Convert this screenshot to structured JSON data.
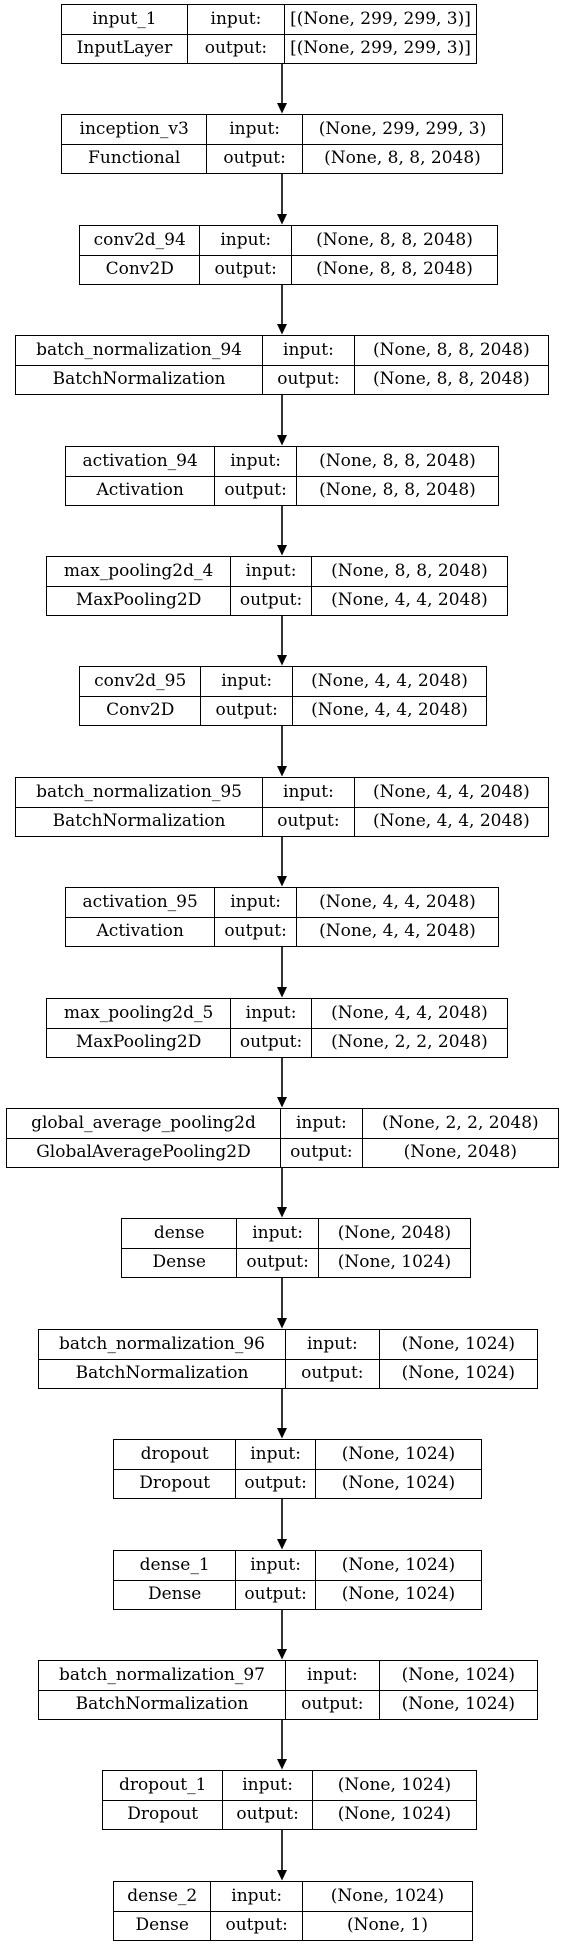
{
  "nodes": [
    {
      "name": "input_1",
      "type": "InputLayer",
      "input": "[(None, 299, 299, 3)]",
      "output": "[(None, 299, 299, 3)]"
    },
    {
      "name": "inception_v3",
      "type": "Functional",
      "input": "(None, 299, 299, 3)",
      "output": "(None, 8, 8, 2048)"
    },
    {
      "name": "conv2d_94",
      "type": "Conv2D",
      "input": "(None, 8, 8, 2048)",
      "output": "(None, 8, 8, 2048)"
    },
    {
      "name": "batch_normalization_94",
      "type": "BatchNormalization",
      "input": "(None, 8, 8, 2048)",
      "output": "(None, 8, 8, 2048)"
    },
    {
      "name": "activation_94",
      "type": "Activation",
      "input": "(None, 8, 8, 2048)",
      "output": "(None, 8, 8, 2048)"
    },
    {
      "name": "max_pooling2d_4",
      "type": "MaxPooling2D",
      "input": "(None, 8, 8, 2048)",
      "output": "(None, 4, 4, 2048)"
    },
    {
      "name": "conv2d_95",
      "type": "Conv2D",
      "input": "(None, 4, 4, 2048)",
      "output": "(None, 4, 4, 2048)"
    },
    {
      "name": "batch_normalization_95",
      "type": "BatchNormalization",
      "input": "(None, 4, 4, 2048)",
      "output": "(None, 4, 4, 2048)"
    },
    {
      "name": "activation_95",
      "type": "Activation",
      "input": "(None, 4, 4, 2048)",
      "output": "(None, 4, 4, 2048)"
    },
    {
      "name": "max_pooling2d_5",
      "type": "MaxPooling2D",
      "input": "(None, 4, 4, 2048)",
      "output": "(None, 2, 2, 2048)"
    },
    {
      "name": "global_average_pooling2d",
      "type": "GlobalAveragePooling2D",
      "input": "(None, 2, 2, 2048)",
      "output": "(None, 2048)"
    },
    {
      "name": "dense",
      "type": "Dense",
      "input": "(None, 2048)",
      "output": "(None, 1024)"
    },
    {
      "name": "batch_normalization_96",
      "type": "BatchNormalization",
      "input": "(None, 1024)",
      "output": "(None, 1024)"
    },
    {
      "name": "dropout",
      "type": "Dropout",
      "input": "(None, 1024)",
      "output": "(None, 1024)"
    },
    {
      "name": "dense_1",
      "type": "Dense",
      "input": "(None, 1024)",
      "output": "(None, 1024)"
    },
    {
      "name": "batch_normalization_97",
      "type": "BatchNormalization",
      "input": "(None, 1024)",
      "output": "(None, 1024)"
    },
    {
      "name": "dropout_1",
      "type": "Dropout",
      "input": "(None, 1024)",
      "output": "(None, 1024)"
    },
    {
      "name": "dense_2",
      "type": "Dense",
      "input": "(None, 1024)",
      "output": "(None, 1)"
    }
  ],
  "labels": {
    "input": "input:",
    "output": "output:"
  },
  "colors": {
    "stroke": "#000000",
    "background": "#ffffff"
  }
}
